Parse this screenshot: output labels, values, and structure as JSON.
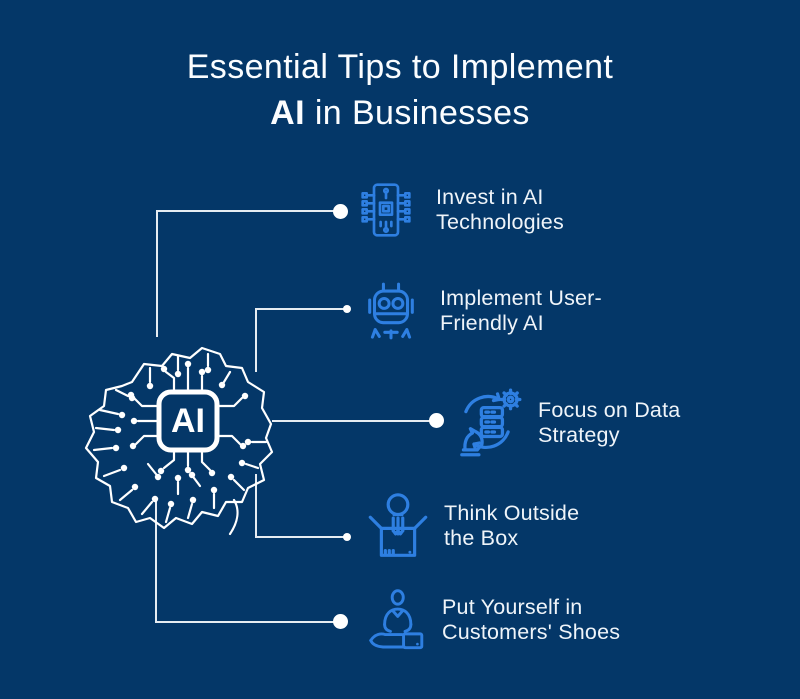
{
  "title": {
    "line1": "Essential Tips to Implement",
    "line2_bold": "AI",
    "line2_rest": " in Businesses"
  },
  "brain": {
    "chip_label": "AI"
  },
  "tips": [
    {
      "id": "invest-ai",
      "icon": "chip-circuit-icon",
      "line1": "Invest in AI",
      "line2": "Technologies"
    },
    {
      "id": "user-friendly-ai",
      "icon": "robot-icon",
      "line1": "Implement User-",
      "line2": "Friendly AI"
    },
    {
      "id": "data-strategy",
      "icon": "data-strategy-icon",
      "line1": "Focus on Data",
      "line2": "Strategy"
    },
    {
      "id": "outside-box",
      "icon": "idea-box-icon",
      "line1": "Think Outside",
      "line2": "the Box"
    },
    {
      "id": "customer-shoes",
      "icon": "customer-care-icon",
      "line1": "Put Yourself in",
      "line2": "Customers' Shoes"
    }
  ],
  "colors": {
    "background": "#043768",
    "icon_blue": "#2e7fe1",
    "connector_line": "#e6ecf2",
    "dot": "#ffffff",
    "text": "#eff4f9"
  }
}
